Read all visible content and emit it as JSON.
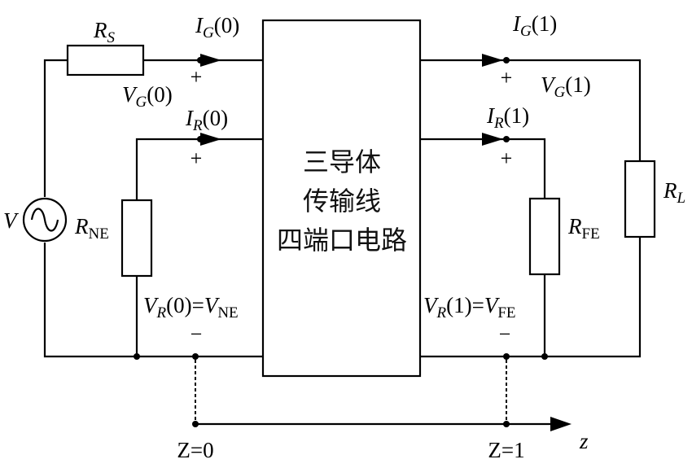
{
  "diagram": {
    "title": "Three-conductor transmission line four-port circuit",
    "block": {
      "lines": [
        "三导体",
        "传输线",
        "四端口电路"
      ]
    },
    "source": {
      "label": "V",
      "icon": "ac-source-icon"
    },
    "resistors": {
      "rs": {
        "main": "R",
        "sub": "S"
      },
      "rne": {
        "main": "R",
        "sub": "NE"
      },
      "rfe": {
        "main": "R",
        "sub": "FE"
      },
      "rl": {
        "main": "R",
        "sub": "L"
      }
    },
    "currents": {
      "ig0": {
        "main": "I",
        "sub": "G",
        "arg": "(0)"
      },
      "ir0": {
        "main": "I",
        "sub": "R",
        "arg": "(0)"
      },
      "ig1": {
        "main": "I",
        "sub": "G",
        "arg": "(1)"
      },
      "ir1": {
        "main": "I",
        "sub": "R",
        "arg": "(1)"
      }
    },
    "voltages": {
      "vg0": {
        "main": "V",
        "sub": "G",
        "arg": "(0)"
      },
      "vg1": {
        "main": "V",
        "sub": "G",
        "arg": "(1)"
      },
      "vr0": {
        "main": "V",
        "sub": "R",
        "arg": "(0)=",
        "main2": "V",
        "sub2": "NE"
      },
      "vr1": {
        "main": "V",
        "sub": "R",
        "arg": "(1)=",
        "main2": "V",
        "sub2": "FE"
      }
    },
    "signs": {
      "plus": "+",
      "minus": "−"
    },
    "axis": {
      "z0_label": "Z=0",
      "z1_label": "Z=1",
      "axis_label": "z"
    }
  }
}
